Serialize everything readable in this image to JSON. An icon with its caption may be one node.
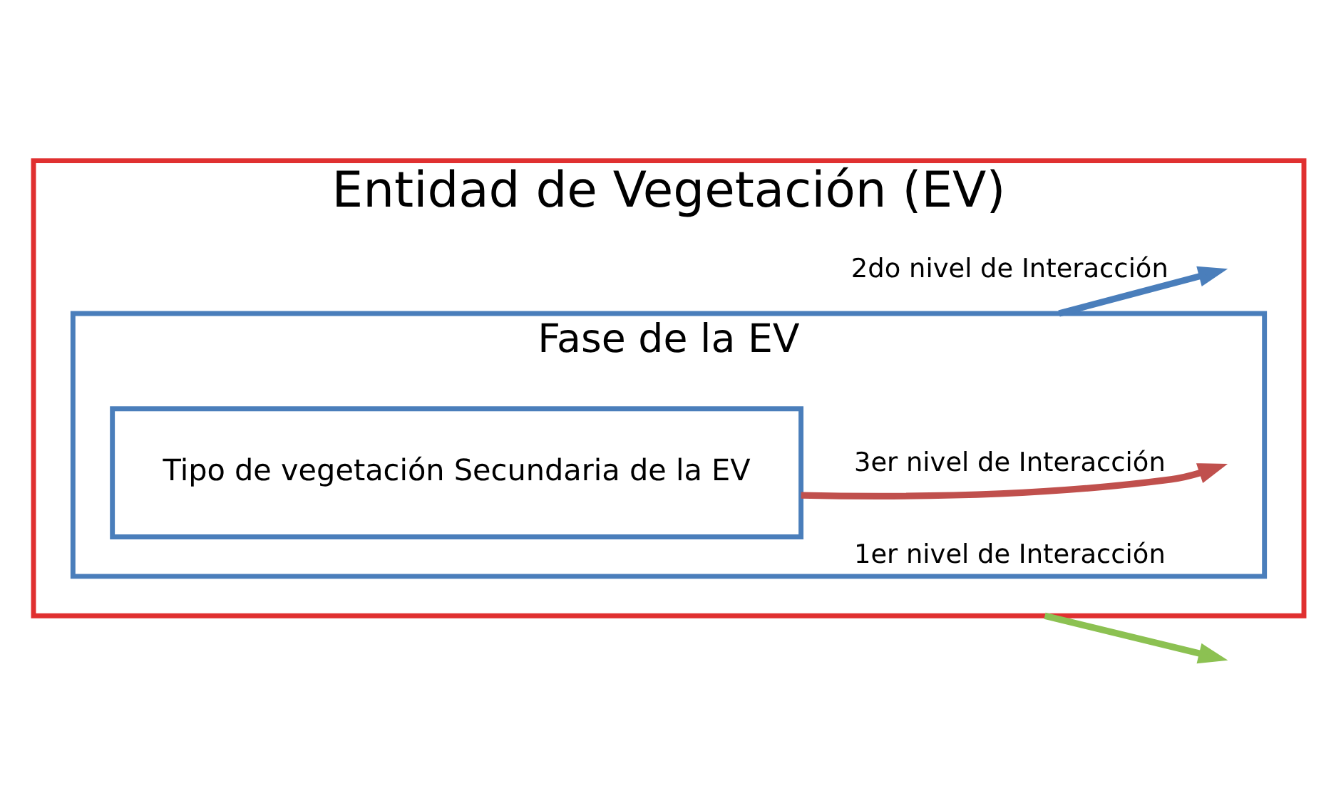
{
  "diagram": {
    "nodes": [
      {
        "text": [
          "Entidad de Vegetación (EV)"
        ]
      },
      {
        "text": [
          "Fase de la EV"
        ],
        "in": 0
      },
      {
        "text": [
          "Tipo de vegetación Secundaria de la EV"
        ],
        "in": 1
      }
    ],
    "edges": [
      {
        "from": 2,
        "to": null,
        "arrow": "to",
        "label": "3er nivel de Interacción",
        "color": "#c0504d"
      },
      {
        "from": 1,
        "to": null,
        "arrow": "to",
        "label": "2do nivel de Interacción",
        "color": "#4a7ebb"
      },
      {
        "from": 0,
        "to": null,
        "arrow": "to",
        "label": "1er nivel de Interacción",
        "color": "#8cc152"
      }
    ]
  }
}
